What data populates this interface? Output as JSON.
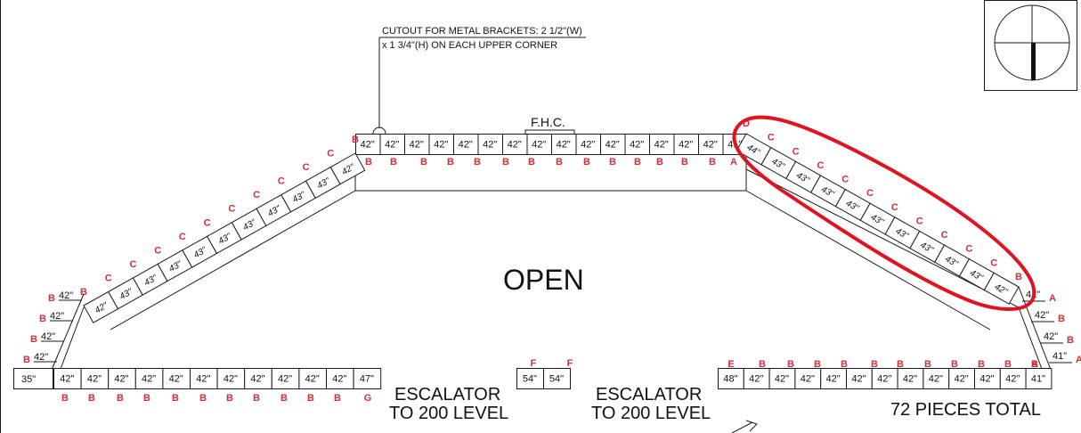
{
  "note": {
    "line1": "CUTOUT FOR METAL BRACKETS: 2 1/2\"(W)",
    "line2": "x 1 3/4\"(H) ON EACH UPPER CORNER"
  },
  "fhc_label": "F.H.C.",
  "open_label": "OPEN",
  "escalator_left": [
    "ESCALATOR",
    "TO 200 LEVEL"
  ],
  "escalator_right": [
    "ESCALATOR",
    "TO 200 LEVEL"
  ],
  "total_label": "72 PIECES TOTAL",
  "colors": {
    "annotation": "#d0303a",
    "line": "#1a1a1a"
  },
  "top_row": {
    "labels": [
      "42\"",
      "42\"",
      "42\"",
      "42\"",
      "42\"",
      "42\"",
      "42\"",
      "42\"",
      "42\"",
      "42\"",
      "42\"",
      "42\"",
      "42\"",
      "42\"",
      "42\"",
      "41\""
    ],
    "letters": [
      "B",
      "B",
      "B",
      "B",
      "B",
      "B",
      "B",
      "B",
      "B",
      "B",
      "B",
      "B",
      "B",
      "B",
      "A"
    ]
  },
  "left_diag": {
    "labels": [
      "42\"",
      "43\"",
      "43\"",
      "43\"",
      "43\"",
      "43\"",
      "43\"",
      "43\"",
      "43\"",
      "43\"",
      "42\""
    ],
    "letters": [
      "B",
      "C",
      "C",
      "C",
      "C",
      "C",
      "C",
      "C",
      "C",
      "C",
      "C",
      "B"
    ]
  },
  "right_diag": {
    "labels": [
      "44\"",
      "43\"",
      "43\"",
      "43\"",
      "43\"",
      "43\"",
      "43\"",
      "43\"",
      "43\"",
      "43\"",
      "42\""
    ],
    "letters": [
      "D",
      "C",
      "C",
      "C",
      "C",
      "C",
      "C",
      "C",
      "C",
      "C",
      "C",
      "B"
    ]
  },
  "left_stack": {
    "labels": [
      "42\"",
      "42\"",
      "42\"",
      "42\""
    ],
    "letters": [
      "B",
      "B",
      "B",
      "B"
    ]
  },
  "right_stack": {
    "labels": [
      "41\"",
      "42\"",
      "42\"",
      "41\""
    ],
    "letters": [
      "A",
      "B",
      "B",
      "A"
    ]
  },
  "bottom_left": {
    "lead": "35\"",
    "labels": [
      "42\"",
      "42\"",
      "42\"",
      "42\"",
      "42\"",
      "42\"",
      "42\"",
      "42\"",
      "42\"",
      "42\"",
      "42\"",
      "47\""
    ],
    "letters": [
      "B",
      "B",
      "B",
      "B",
      "B",
      "B",
      "B",
      "B",
      "B",
      "B",
      "B",
      "G"
    ]
  },
  "bottom_mid": {
    "labels": [
      "54\"",
      "54\""
    ],
    "letters": [
      "F",
      "F"
    ]
  },
  "bottom_right": {
    "labels": [
      "48\"",
      "42\"",
      "42\"",
      "42\"",
      "42\"",
      "42\"",
      "42\"",
      "42\"",
      "42\"",
      "42\"",
      "42\"",
      "42\"",
      "41\""
    ],
    "letters": [
      "E",
      "B",
      "B",
      "B",
      "B",
      "B",
      "B",
      "B",
      "B",
      "B",
      "B",
      "B",
      "A"
    ]
  }
}
